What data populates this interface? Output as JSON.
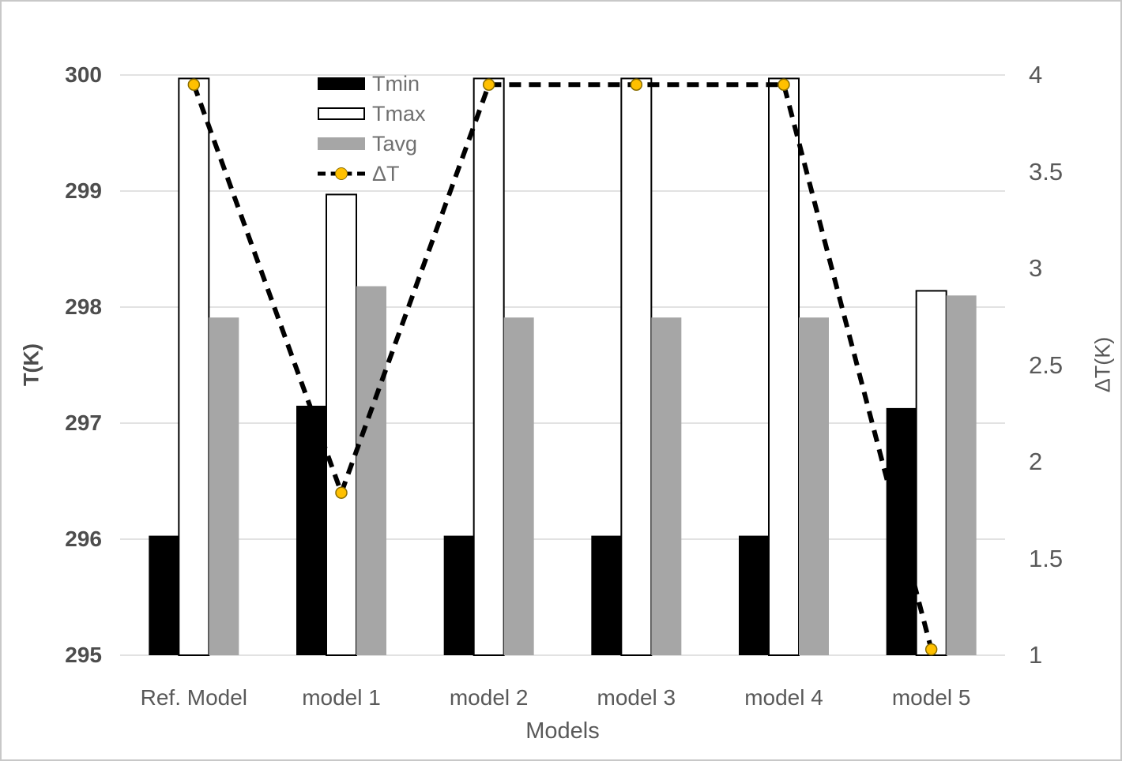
{
  "chart_data": {
    "type": "combo-bar-line",
    "title": "",
    "xlabel": "Models",
    "ylabel_left": "T(K)",
    "ylabel_right": "ΔT(K)",
    "categories": [
      "Ref. Model",
      "model 1",
      "model 2",
      "model 3",
      "model 4",
      "model 5"
    ],
    "left_axis": {
      "label": "T(K)",
      "min": 295,
      "max": 300,
      "ticks": [
        295,
        296,
        297,
        298,
        299,
        300
      ]
    },
    "right_axis": {
      "label": "ΔT(K)",
      "min": 1,
      "max": 4,
      "ticks": [
        1,
        1.5,
        2,
        2.5,
        3,
        3.5,
        4
      ]
    },
    "grid": true,
    "legend_position": "upper-left-inside",
    "series": [
      {
        "name": "Tmin",
        "type": "bar",
        "axis": "left",
        "color": "#000000",
        "values": [
          296.03,
          297.15,
          296.03,
          296.03,
          296.03,
          297.13
        ]
      },
      {
        "name": "Tmax",
        "type": "bar",
        "axis": "left",
        "color": "#ffffff",
        "border_color": "#000000",
        "values": [
          299.97,
          298.97,
          299.97,
          299.97,
          299.97,
          298.14
        ]
      },
      {
        "name": "Tavg",
        "type": "bar",
        "axis": "left",
        "color": "#a6a6a6",
        "values": [
          297.91,
          298.18,
          297.91,
          297.91,
          297.91,
          298.1
        ]
      },
      {
        "name": "ΔT",
        "type": "line",
        "axis": "right",
        "color": "#000000",
        "dashed": true,
        "marker_color": "#ffc000",
        "marker_border_color": "#8a6d00",
        "values": [
          3.95,
          1.84,
          3.95,
          3.95,
          3.95,
          1.03
        ]
      }
    ],
    "gridline_color": "#d9d9d9"
  }
}
